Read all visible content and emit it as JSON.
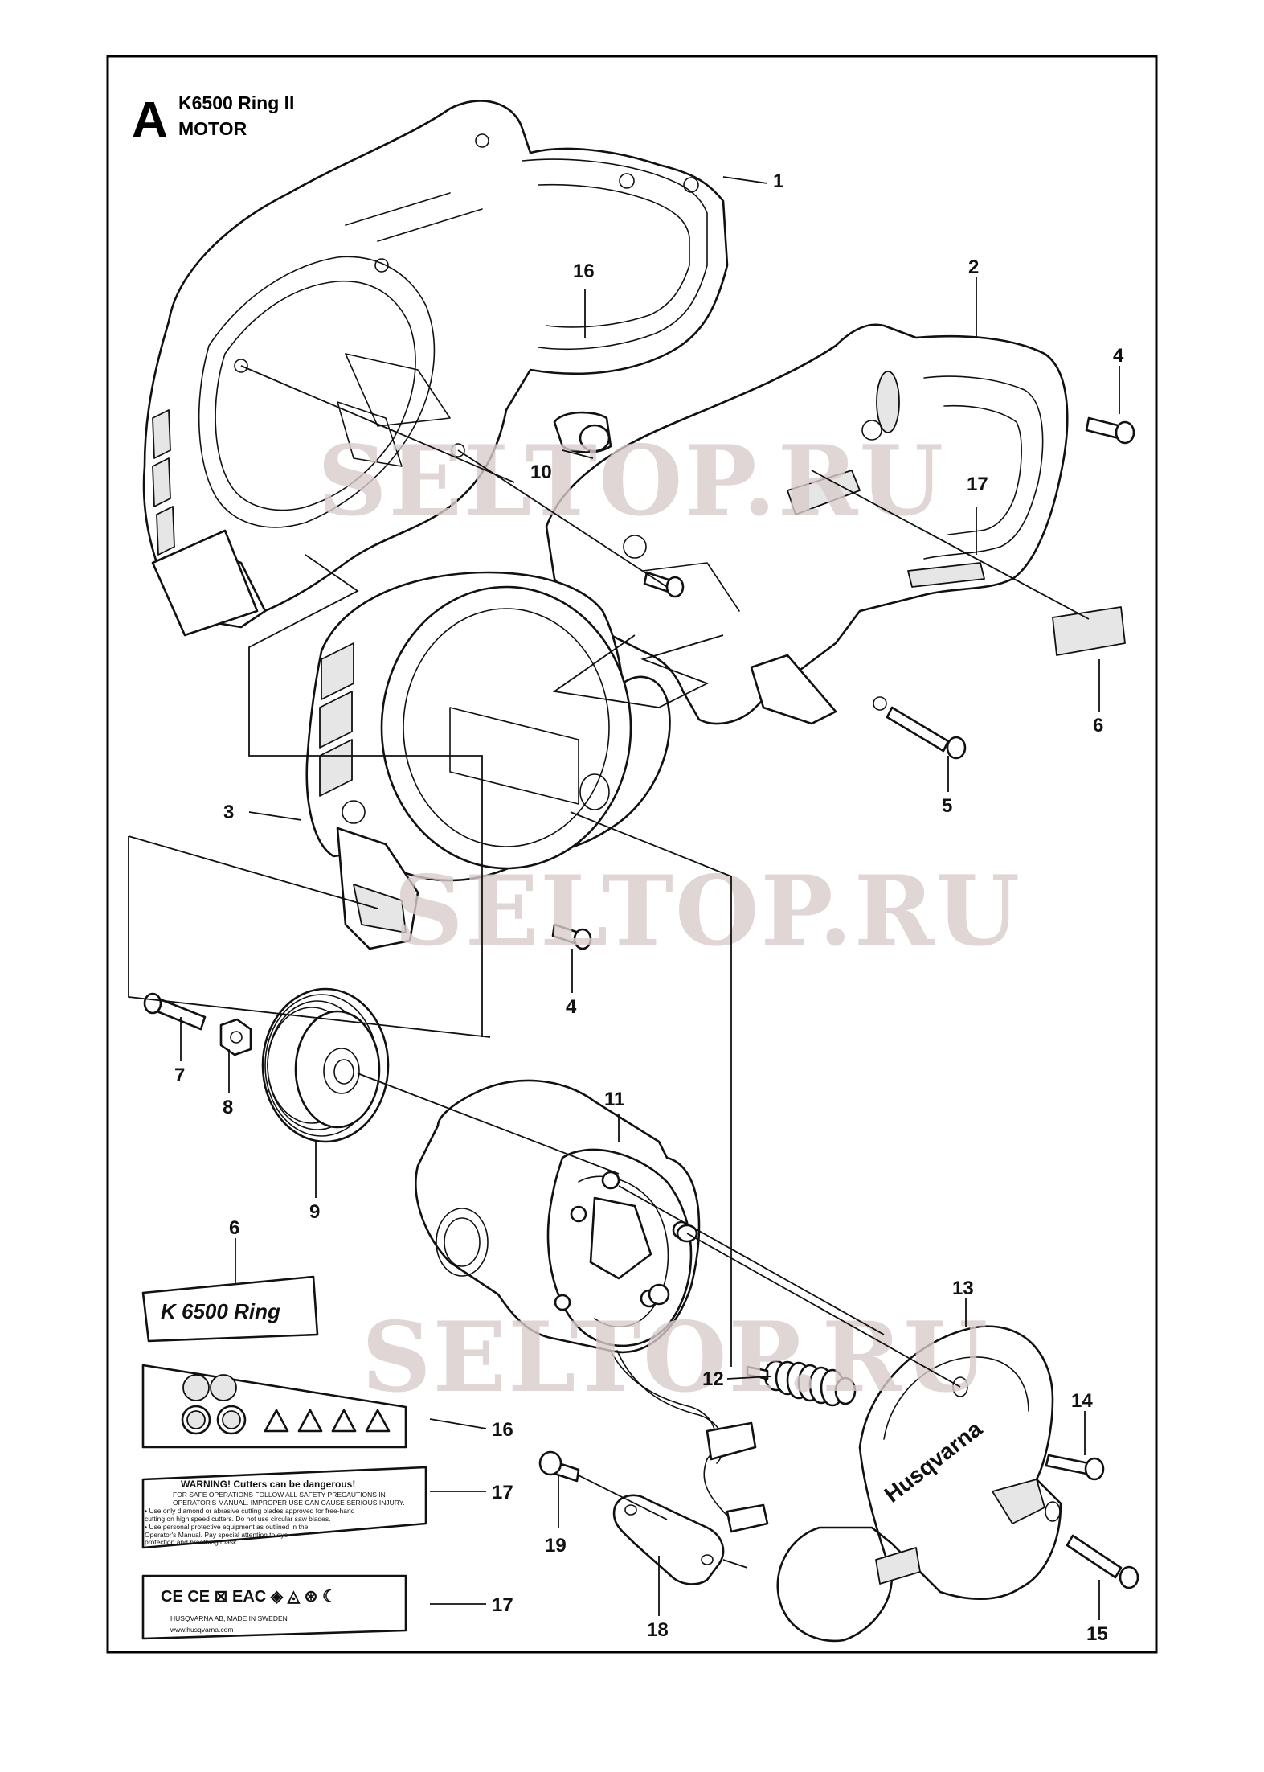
{
  "header": {
    "section_letter": "A",
    "model": "K6500 Ring II",
    "assembly": "MOTOR"
  },
  "watermark_text": "SELTOP.RU",
  "callouts": [
    {
      "num": "1"
    },
    {
      "num": "2"
    },
    {
      "num": "4"
    },
    {
      "num": "16"
    },
    {
      "num": "10"
    },
    {
      "num": "17"
    },
    {
      "num": "6"
    },
    {
      "num": "5"
    },
    {
      "num": "3"
    },
    {
      "num": "4"
    },
    {
      "num": "7"
    },
    {
      "num": "8"
    },
    {
      "num": "9"
    },
    {
      "num": "11"
    },
    {
      "num": "6"
    },
    {
      "num": "13"
    },
    {
      "num": "12"
    },
    {
      "num": "14"
    },
    {
      "num": "16"
    },
    {
      "num": "17"
    },
    {
      "num": "19"
    },
    {
      "num": "18"
    },
    {
      "num": "17"
    },
    {
      "num": "15"
    }
  ],
  "decals": {
    "model_decal": "K 6500 Ring",
    "warning_title": "WARNING! Cutters can be dangerous!",
    "warning_lines": [
      "FOR SAFE OPERATIONS FOLLOW ALL SAFETY PRECAUTIONS IN",
      "OPERATOR'S MANUAL. IMPROPER USE CAN CAUSE SERIOUS INJURY.",
      "• Use only diamond or abrasive cutting blades approved for free-hand",
      "cutting on high speed cutters. Do not use circular saw blades.",
      "• Use personal protective equipment as outlined in the",
      "Operator's Manual. Pay special attention to eye",
      "protection and breathing mask."
    ],
    "cert_marks": "CE CE ⊠ EAC ◈ ◬ ⊛ ☾",
    "maker_line": "HUSQVARNA AB, MADE IN SWEDEN",
    "web": "www.husqvarna.com",
    "brand": "Husqvarna"
  },
  "colors": {
    "line": "#111111",
    "watermark": "#d9cccc",
    "frame": "#000000"
  }
}
